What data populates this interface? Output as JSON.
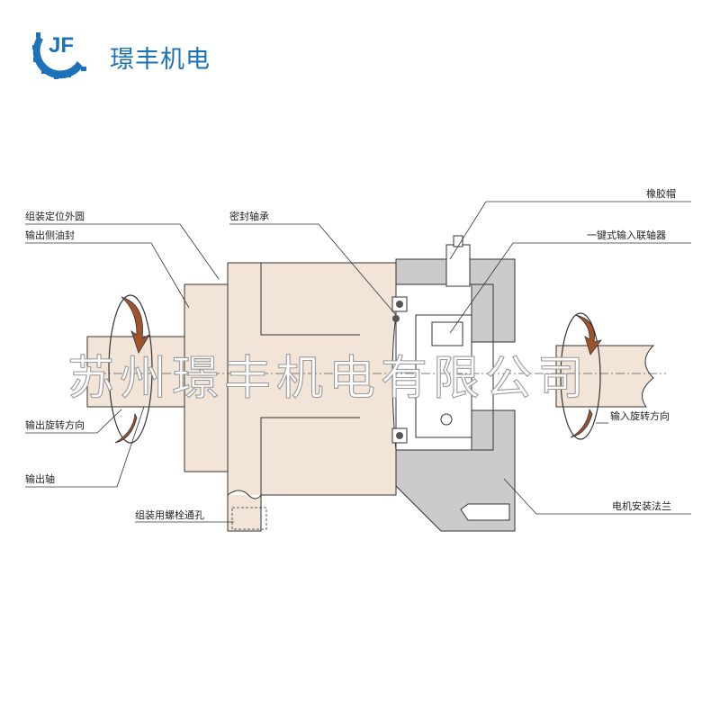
{
  "brand": {
    "name": "璟丰机电",
    "logo_text": "JF",
    "color": "#1b72b8"
  },
  "watermark": "苏州璟丰机电有限公司",
  "labels": {
    "locating_circle": "组装定位外圆",
    "output_oil_seal": "输出侧油封",
    "seal_bearing": "密封轴承",
    "rubber_cap": "橡胶帽",
    "key_coupling": "一键式输入联轴器",
    "output_rotation": "输出旋转方向",
    "output_shaft": "输出轴",
    "assembly_bolt_hole": "组装用螺栓通孔",
    "input_rotation": "输入旋转方向",
    "motor_flange": "电机安装法兰"
  },
  "colors": {
    "housing": "#f2e4d6",
    "flange": "#cbcbcb",
    "arrow": "#a0522d"
  }
}
